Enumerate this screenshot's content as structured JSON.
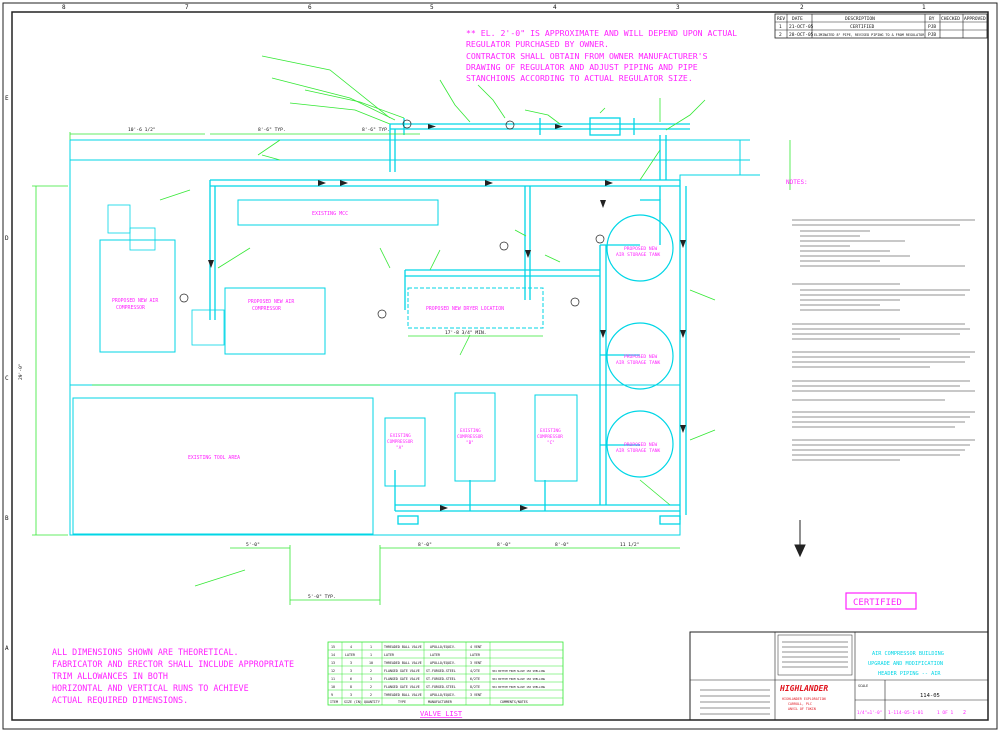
{
  "colors": {
    "pipe": "#00d6e6",
    "dim": "#33e833",
    "note": "#ff22ff",
    "border": "#222222",
    "logo": "#e0141e"
  },
  "top_note": {
    "lines": [
      "** EL. 2'-0\" IS APPROXIMATE AND WILL DEPEND UPON ACTUAL",
      "REGULATOR PURCHASED BY OWNER.",
      "CONTRACTOR SHALL OBTAIN FROM OWNER MANUFACTURER'S",
      "DRAWING OF REGULATOR AND ADJUST PIPING AND PIPE",
      "STANCHIONS ACCORDING TO ACTUAL REGULATOR SIZE."
    ]
  },
  "bottom_note": {
    "lines": [
      "ALL DIMENSIONS SHOWN ARE THEORETICAL.",
      "FABRICATOR AND ERECTOR SHALL INCLUDE APPROPRIATE",
      "TRIM ALLOWANCES IN BOTH",
      "HORIZONTAL AND VERTICAL RUNS TO ACHIEVE",
      "ACTUAL REQUIRED DIMENSIONS."
    ]
  },
  "equipment": {
    "existing_mcc": "EXISTING MCC",
    "proposed_new_air_compressor_1": [
      "PROPOSED NEW AIR",
      "COMPRESSOR"
    ],
    "proposed_new_air_compressor_2": [
      "PROPOSED NEW AIR",
      "COMPRESSOR"
    ],
    "proposed_dryer": "PROPOSED NEW DRYER LOCATION",
    "existing_tool_area": "EXISTING TOOL AREA",
    "existing_compressor_a": [
      "EXISTING",
      "COMPRESSOR",
      "\"A\""
    ],
    "existing_compressor_b": [
      "EXISTING",
      "COMPRESSOR",
      "\"B\""
    ],
    "existing_compressor_c": [
      "EXISTING",
      "COMPRESSOR",
      "\"C\""
    ],
    "tank_1": [
      "PROPOSED NEW",
      "AIR STORAGE TANK"
    ],
    "tank_2": [
      "PROPOSED NEW",
      "AIR STORAGE TANK"
    ],
    "tank_3": [
      "PROPOSED NEW",
      "AIR STORAGE TANK"
    ]
  },
  "notes_heading": "NOTES:",
  "certified_stamp": "CERTIFIED",
  "revision_table": {
    "headers": [
      "REV",
      "DATE",
      "DESCRIPTION",
      "BY",
      "CHECKED",
      "APPROVED"
    ],
    "rows": [
      [
        "1",
        "21-OCT-05",
        "CERTIFIED",
        "PJB",
        "",
        ""
      ],
      [
        "2",
        "28-OCT-05",
        "ELIMINATED 8\" PIPE, REVISED PIPING TO & FROM REGULATOR",
        "PJB",
        "",
        ""
      ]
    ]
  },
  "valve_list": {
    "title": "VALVE LIST",
    "headers": [
      "ITEM",
      "SIZE (IN)",
      "QUANTITY",
      "TYPE",
      "MANUFACTURER",
      "",
      "COMMENTS/NOTES"
    ],
    "rows": [
      [
        "15",
        "4",
        "1",
        "THREADED BALL VALVE",
        "APOLLO/EQUIV.",
        "4 VENT",
        ""
      ],
      [
        "14",
        "LATER",
        "1",
        "LATER",
        "LATER",
        "LATER",
        ""
      ],
      [
        "13",
        "3",
        "10",
        "THREADED BALL VALVE",
        "APOLLO/EQUIV.",
        "3 VENT",
        ""
      ],
      [
        "12",
        "3",
        "2",
        "FLANGED GATE VALVE",
        "ST-FORGED-STEEL",
        "4/2TE",
        "304 BOTTOM FROM SLAVE 150 SHELLING"
      ],
      [
        "11",
        "6",
        "3",
        "FLANGED GATE VALVE",
        "ST-FORGED-STEEL",
        "6/2TE",
        "304 BOTTOM FROM SLAVE 150 SHELLING"
      ],
      [
        "10",
        "8",
        "2",
        "FLANGED GATE VALVE",
        "ST-FORGED-STEEL",
        "8/2TE",
        "304 BOTTOM FROM SLAVE 150 SHELLING"
      ],
      [
        "9",
        "3",
        "2",
        "THREADED BALL VALVE",
        "APOLLO/EQUIV.",
        "3 VENT",
        ""
      ]
    ]
  },
  "title_block": {
    "company": "HIGHLANDER",
    "title_lines": [
      "AIR COMPRESSOR BUILDING",
      "UPGRADE AND MODIFICATION",
      "HEADER PIPING -- AIR"
    ],
    "drawing_no": "114-05",
    "sheet": "1 OF 1",
    "drawing_ref": "1-114-05-1-01",
    "rev": "2",
    "scale_label": "SCALE",
    "scale_value": "1/4\"=1'-0\"",
    "owner_lines": [
      "HIGHLANDER EXPLORATION",
      "CARROLL, PLC",
      "ANVIL OF TOKIN"
    ]
  },
  "dimensions": {
    "d_top_left": "10'-6 1/2\"",
    "d_top_mid": "8'-6\" TYP.",
    "d_top_right": "8'-6\" TYP.",
    "d_left": "29'-0\"",
    "d_bottom_1": "8'-0\"",
    "d_bottom_2": "8'-0\"",
    "d_bottom_3": "11 1/2\"",
    "d_bottom_4": "8'-0\"",
    "d_bottom_5": "5'-0\"",
    "d_dryer": "17'-8 3/4\" MIN.",
    "d_low": "5'-0\" TYP."
  },
  "grid": {
    "top_numbers": [
      "8",
      "7",
      "6",
      "5",
      "4",
      "3",
      "2",
      "1"
    ],
    "side_letters": [
      "E",
      "D",
      "C",
      "B",
      "A"
    ]
  }
}
